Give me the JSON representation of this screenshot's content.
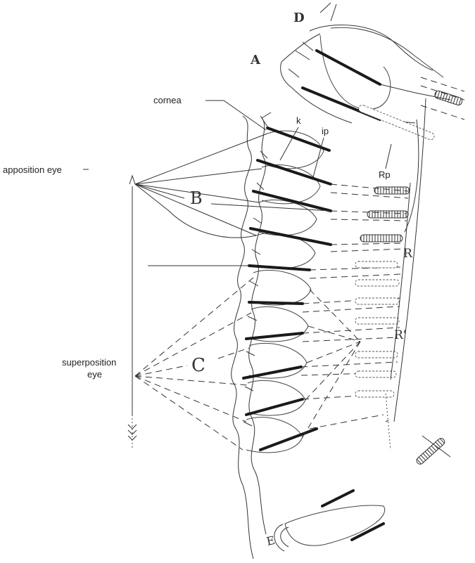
{
  "labels": {
    "cornea": "cornea",
    "k": "k",
    "ip": "ip",
    "rp": "Rp",
    "apposition": "apposition eye",
    "superposition_line1": "superposition",
    "superposition_line2": "eye",
    "A": "A",
    "B": "B",
    "C": "C",
    "D": "D",
    "E": "E",
    "R": "R",
    "R2": "R'"
  }
}
